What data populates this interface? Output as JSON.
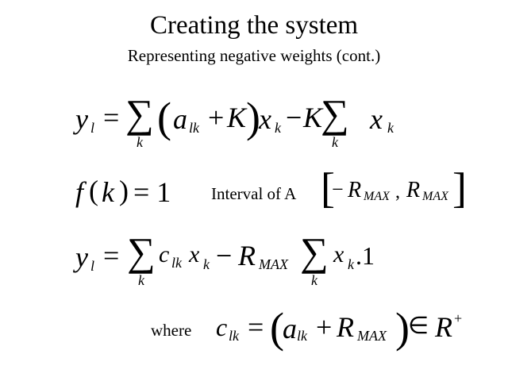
{
  "slide": {
    "title": "Creating the system",
    "subtitle": "Representing negative weights (cont.)"
  },
  "eq1": [
    "y",
    "l",
    "=",
    "∑",
    "k",
    "(",
    "a",
    "lk",
    "+",
    "K",
    ")",
    "x",
    "k",
    "−",
    "K",
    "∑",
    "k",
    "x",
    "k"
  ],
  "eq2": [
    "f",
    "(",
    "k",
    ")",
    "= 1",
    "Interval of A",
    "[",
    "−",
    "R",
    "MAX",
    ",",
    "R",
    "MAX",
    "]"
  ],
  "eq3": [
    "y",
    "l",
    "=",
    "∑",
    "k",
    "c",
    "lk",
    "x",
    "k",
    "−",
    "R",
    "MAX",
    "∑",
    "k",
    "x",
    "k",
    ".1"
  ],
  "eq4": [
    "where",
    "c",
    "lk",
    "=",
    "(",
    "a",
    "lk",
    "+",
    "R",
    "MAX",
    ")",
    "∈",
    "R",
    "+"
  ]
}
